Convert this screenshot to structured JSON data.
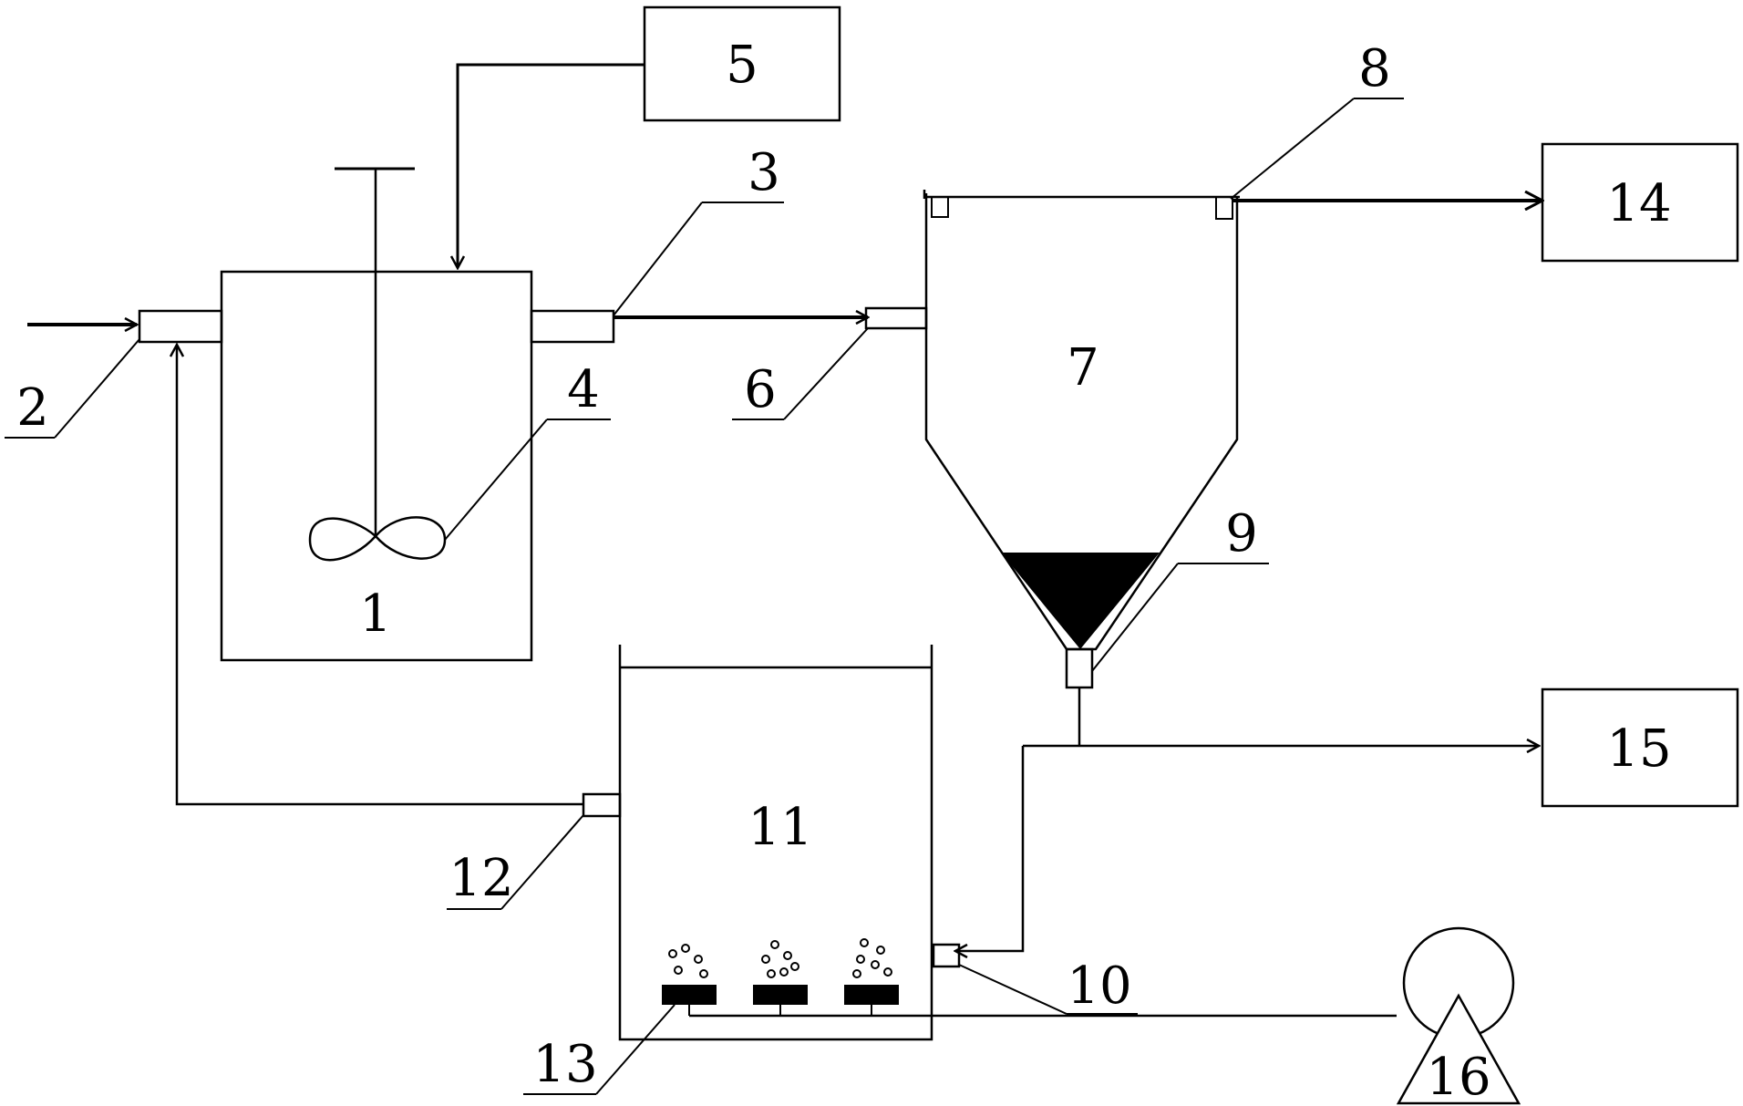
{
  "colors": {
    "line": "#000000",
    "sludge": "#000000",
    "background": "#ffffff"
  },
  "diagram": {
    "tank_1": "1",
    "inlet_2": "2",
    "outlet_3": "3",
    "impeller_4": "4",
    "box_5": "5",
    "inlet_6": "6",
    "settler_7": "7",
    "outlet_8": "8",
    "sludge_outlet_9": "9",
    "inlet_10": "10",
    "tank_11": "11",
    "outlet_12": "12",
    "aerators_13": "13",
    "box_14": "14",
    "box_15": "15",
    "blower_16": "16"
  }
}
